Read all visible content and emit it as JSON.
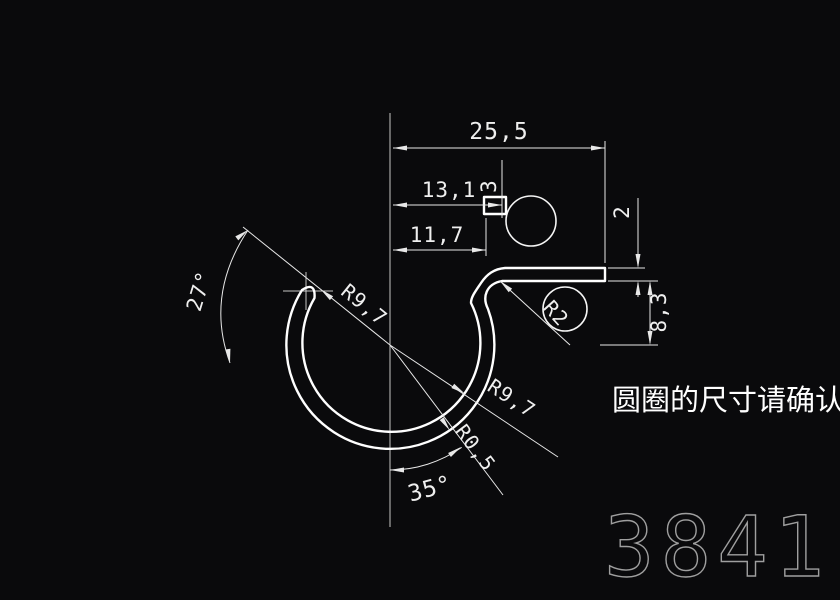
{
  "drawing": {
    "type": "cad-profile-section",
    "part_number": "3841",
    "note": "圆圈的尺寸请确认",
    "colors": {
      "background": "#0a0a0c",
      "line": "#ffffff",
      "dimension": "#e8e8e8",
      "part_number_outline": "#9f9f9f",
      "note_text": "#ffffff"
    },
    "dimensions": {
      "total_width": "25,5",
      "tab_right_offset": "13,1",
      "tab_left_offset": "11,7",
      "tab_size": "3",
      "lip_thickness": "2",
      "lip_drop_height": "8,3",
      "left_angle": "27°",
      "bottom_angle": "35°",
      "radius_main_upper": "R9,7",
      "radius_main_lower": "R9,7",
      "radius_fillet": "R2",
      "radius_small": "R0,5"
    }
  }
}
